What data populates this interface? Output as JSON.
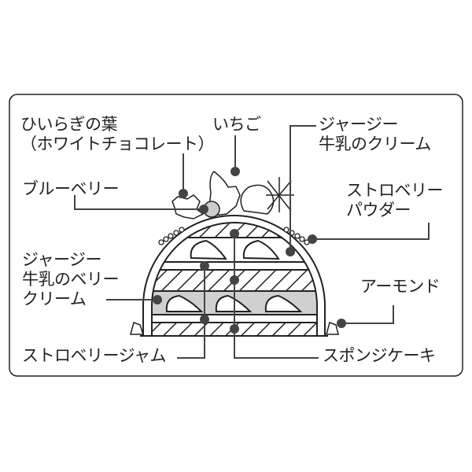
{
  "labels": {
    "holly_line1": "ひいらぎの葉",
    "holly_line2": "（ホワイトチョコレート）",
    "strawberry": "いちご",
    "jersey_cream_line1": "ジャージー",
    "jersey_cream_line2": "牛乳のクリーム",
    "blueberry": "ブルーベリー",
    "strawberry_powder_line1": "ストロベリー",
    "strawberry_powder_line2": "パウダー",
    "berry_cream_line1": "ジャージー",
    "berry_cream_line2": "牛乳のベリー",
    "berry_cream_line3": "クリーム",
    "almond": "アーモンド",
    "strawberry_jam": "ストロベリージャム",
    "sponge_cake": "スポンジケーキ"
  },
  "colors": {
    "jam_layer": "#d0d0d0",
    "blueberry": "#cccccc",
    "dot": "#444444"
  }
}
